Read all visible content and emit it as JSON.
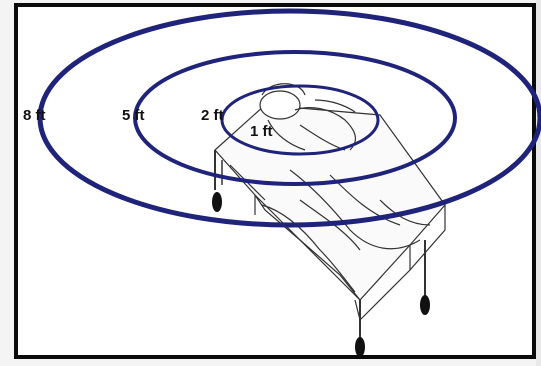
{
  "diagram": {
    "ring_labels": [
      "8 ft",
      "5 ft",
      "2 ft",
      "1 ft"
    ],
    "ring_color": "#1f237a",
    "frame_color": "#0b0b0b",
    "icon": "patient-in-bed-icon"
  }
}
